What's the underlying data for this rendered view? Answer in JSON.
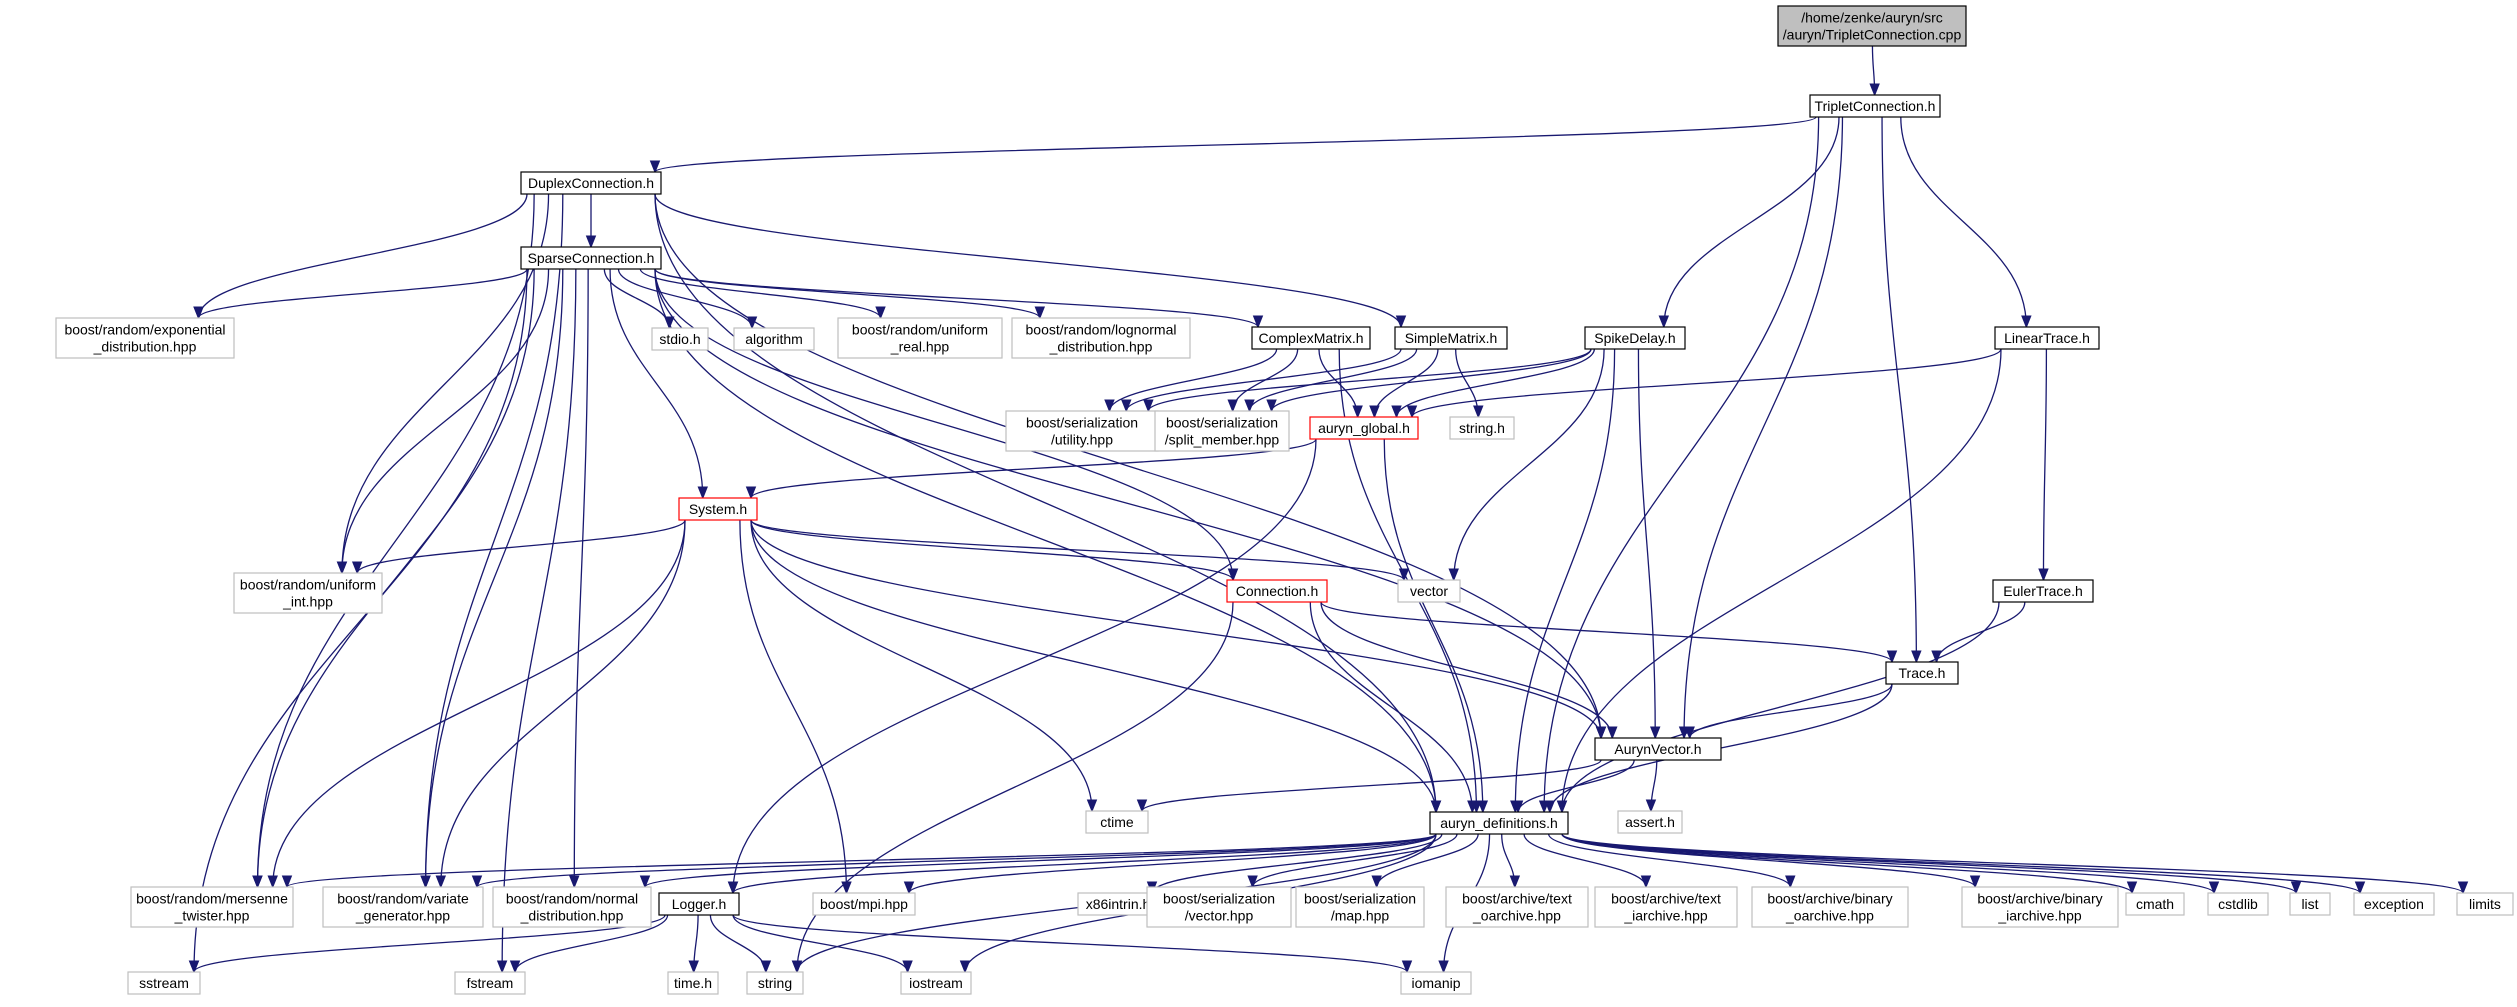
{
  "nodes": {
    "tripletcpp": {
      "lines": [
        "/home/zenke/auryn/src",
        "/auryn/TripletConnection.cpp"
      ],
      "kind": "root"
    },
    "triplet": {
      "lines": [
        "TripletConnection.h"
      ],
      "kind": "normal"
    },
    "duplex": {
      "lines": [
        "DuplexConnection.h"
      ],
      "kind": "normal"
    },
    "sparse": {
      "lines": [
        "SparseConnection.h"
      ],
      "kind": "normal"
    },
    "complex": {
      "lines": [
        "ComplexMatrix.h"
      ],
      "kind": "normal"
    },
    "simple": {
      "lines": [
        "SimpleMatrix.h"
      ],
      "kind": "normal"
    },
    "spikedelay": {
      "lines": [
        "SpikeDelay.h"
      ],
      "kind": "normal"
    },
    "lineartrace": {
      "lines": [
        "LinearTrace.h"
      ],
      "kind": "normal"
    },
    "eulertrace": {
      "lines": [
        "EulerTrace.h"
      ],
      "kind": "normal"
    },
    "trace": {
      "lines": [
        "Trace.h"
      ],
      "kind": "normal"
    },
    "aurynvector": {
      "lines": [
        "AurynVector.h"
      ],
      "kind": "normal"
    },
    "defs": {
      "lines": [
        "auryn_definitions.h"
      ],
      "kind": "normal"
    },
    "logger": {
      "lines": [
        "Logger.h"
      ],
      "kind": "normal"
    },
    "global": {
      "lines": [
        "auryn_global.h"
      ],
      "kind": "truncated"
    },
    "system": {
      "lines": [
        "System.h"
      ],
      "kind": "truncated"
    },
    "connection": {
      "lines": [
        "Connection.h"
      ],
      "kind": "truncated"
    },
    "expdist": {
      "lines": [
        "boost/random/exponential",
        "_distribution.hpp"
      ],
      "kind": "external"
    },
    "stdio": {
      "lines": [
        "stdio.h"
      ],
      "kind": "external"
    },
    "algorithm": {
      "lines": [
        "algorithm"
      ],
      "kind": "external"
    },
    "unireal": {
      "lines": [
        "boost/random/uniform",
        "_real.hpp"
      ],
      "kind": "external"
    },
    "lognormal": {
      "lines": [
        "boost/random/lognormal",
        "_distribution.hpp"
      ],
      "kind": "external"
    },
    "serutil": {
      "lines": [
        "boost/serialization",
        "/utility.hpp"
      ],
      "kind": "external"
    },
    "sersplit": {
      "lines": [
        "boost/serialization",
        "/split_member.hpp"
      ],
      "kind": "external"
    },
    "stringh": {
      "lines": [
        "string.h"
      ],
      "kind": "external"
    },
    "uniint": {
      "lines": [
        "boost/random/uniform",
        "_int.hpp"
      ],
      "kind": "external"
    },
    "vector": {
      "lines": [
        "vector"
      ],
      "kind": "external"
    },
    "ctime": {
      "lines": [
        "ctime"
      ],
      "kind": "external"
    },
    "assert": {
      "lines": [
        "assert.h"
      ],
      "kind": "external"
    },
    "mersenne": {
      "lines": [
        "boost/random/mersenne",
        "_twister.hpp"
      ],
      "kind": "external"
    },
    "variate": {
      "lines": [
        "boost/random/variate",
        "_generator.hpp"
      ],
      "kind": "external"
    },
    "normaldist": {
      "lines": [
        "boost/random/normal",
        "_distribution.hpp"
      ],
      "kind": "external"
    },
    "mpi": {
      "lines": [
        "boost/mpi.hpp"
      ],
      "kind": "external"
    },
    "x86": {
      "lines": [
        "x86intrin.h"
      ],
      "kind": "external"
    },
    "servec": {
      "lines": [
        "boost/serialization",
        "/vector.hpp"
      ],
      "kind": "external"
    },
    "sermap": {
      "lines": [
        "boost/serialization",
        "/map.hpp"
      ],
      "kind": "external"
    },
    "toarch": {
      "lines": [
        "boost/archive/text",
        "_oarchive.hpp"
      ],
      "kind": "external"
    },
    "tiarch": {
      "lines": [
        "boost/archive/text",
        "_iarchive.hpp"
      ],
      "kind": "external"
    },
    "boarch": {
      "lines": [
        "boost/archive/binary",
        "_oarchive.hpp"
      ],
      "kind": "external"
    },
    "biarch": {
      "lines": [
        "boost/archive/binary",
        "_iarchive.hpp"
      ],
      "kind": "external"
    },
    "cmath": {
      "lines": [
        "cmath"
      ],
      "kind": "external"
    },
    "cstdlib": {
      "lines": [
        "cstdlib"
      ],
      "kind": "external"
    },
    "list": {
      "lines": [
        "list"
      ],
      "kind": "external"
    },
    "exception": {
      "lines": [
        "exception"
      ],
      "kind": "external"
    },
    "limits": {
      "lines": [
        "limits"
      ],
      "kind": "external"
    },
    "sstream": {
      "lines": [
        "sstream"
      ],
      "kind": "external"
    },
    "fstream": {
      "lines": [
        "fstream"
      ],
      "kind": "external"
    },
    "timeh": {
      "lines": [
        "time.h"
      ],
      "kind": "external"
    },
    "string": {
      "lines": [
        "string"
      ],
      "kind": "external"
    },
    "iostream": {
      "lines": [
        "iostream"
      ],
      "kind": "external"
    },
    "iomanip": {
      "lines": [
        "iomanip"
      ],
      "kind": "external"
    }
  },
  "edges": [
    [
      "tripletcpp",
      "triplet"
    ],
    [
      "triplet",
      "duplex"
    ],
    [
      "triplet",
      "spikedelay"
    ],
    [
      "triplet",
      "lineartrace"
    ],
    [
      "triplet",
      "trace"
    ],
    [
      "triplet",
      "aurynvector"
    ],
    [
      "triplet",
      "defs"
    ],
    [
      "duplex",
      "sparse"
    ],
    [
      "duplex",
      "simple"
    ],
    [
      "duplex",
      "aurynvector"
    ],
    [
      "duplex",
      "defs"
    ],
    [
      "duplex",
      "expdist"
    ],
    [
      "duplex",
      "uniint"
    ],
    [
      "duplex",
      "mersenne"
    ],
    [
      "duplex",
      "variate"
    ],
    [
      "sparse",
      "complex"
    ],
    [
      "sparse",
      "system"
    ],
    [
      "sparse",
      "connection"
    ],
    [
      "sparse",
      "aurynvector"
    ],
    [
      "sparse",
      "defs"
    ],
    [
      "sparse",
      "expdist"
    ],
    [
      "sparse",
      "stdio"
    ],
    [
      "sparse",
      "algorithm"
    ],
    [
      "sparse",
      "unireal"
    ],
    [
      "sparse",
      "lognormal"
    ],
    [
      "sparse",
      "uniint"
    ],
    [
      "sparse",
      "mersenne"
    ],
    [
      "sparse",
      "variate"
    ],
    [
      "sparse",
      "normaldist"
    ],
    [
      "sparse",
      "sstream"
    ],
    [
      "sparse",
      "fstream"
    ],
    [
      "complex",
      "global"
    ],
    [
      "complex",
      "serutil"
    ],
    [
      "complex",
      "sersplit"
    ],
    [
      "complex",
      "defs"
    ],
    [
      "simple",
      "global"
    ],
    [
      "simple",
      "serutil"
    ],
    [
      "simple",
      "sersplit"
    ],
    [
      "simple",
      "stringh"
    ],
    [
      "spikedelay",
      "global"
    ],
    [
      "spikedelay",
      "serutil"
    ],
    [
      "spikedelay",
      "sersplit"
    ],
    [
      "spikedelay",
      "vector"
    ],
    [
      "spikedelay",
      "aurynvector"
    ],
    [
      "spikedelay",
      "defs"
    ],
    [
      "lineartrace",
      "global"
    ],
    [
      "lineartrace",
      "eulertrace"
    ],
    [
      "lineartrace",
      "defs"
    ],
    [
      "eulertrace",
      "trace"
    ],
    [
      "eulertrace",
      "defs"
    ],
    [
      "trace",
      "aurynvector"
    ],
    [
      "trace",
      "defs"
    ],
    [
      "global",
      "system"
    ],
    [
      "global",
      "defs"
    ],
    [
      "global",
      "logger"
    ],
    [
      "system",
      "connection"
    ],
    [
      "system",
      "vector"
    ],
    [
      "system",
      "uniint"
    ],
    [
      "system",
      "aurynvector"
    ],
    [
      "system",
      "defs"
    ],
    [
      "system",
      "ctime"
    ],
    [
      "system",
      "mersenne"
    ],
    [
      "system",
      "variate"
    ],
    [
      "system",
      "mpi"
    ],
    [
      "connection",
      "trace"
    ],
    [
      "connection",
      "aurynvector"
    ],
    [
      "connection",
      "defs"
    ],
    [
      "connection",
      "string"
    ],
    [
      "aurynvector",
      "defs"
    ],
    [
      "aurynvector",
      "assert"
    ],
    [
      "aurynvector",
      "ctime"
    ],
    [
      "defs",
      "logger"
    ],
    [
      "defs",
      "mersenne"
    ],
    [
      "defs",
      "variate"
    ],
    [
      "defs",
      "normaldist"
    ],
    [
      "defs",
      "mpi"
    ],
    [
      "defs",
      "x86"
    ],
    [
      "defs",
      "servec"
    ],
    [
      "defs",
      "sermap"
    ],
    [
      "defs",
      "toarch"
    ],
    [
      "defs",
      "tiarch"
    ],
    [
      "defs",
      "boarch"
    ],
    [
      "defs",
      "biarch"
    ],
    [
      "defs",
      "cmath"
    ],
    [
      "defs",
      "cstdlib"
    ],
    [
      "defs",
      "list"
    ],
    [
      "defs",
      "exception"
    ],
    [
      "defs",
      "limits"
    ],
    [
      "defs",
      "string"
    ],
    [
      "defs",
      "iostream"
    ],
    [
      "defs",
      "iomanip"
    ],
    [
      "logger",
      "sstream"
    ],
    [
      "logger",
      "fstream"
    ],
    [
      "logger",
      "timeh"
    ],
    [
      "logger",
      "string"
    ],
    [
      "logger",
      "iostream"
    ],
    [
      "logger",
      "iomanip"
    ]
  ]
}
